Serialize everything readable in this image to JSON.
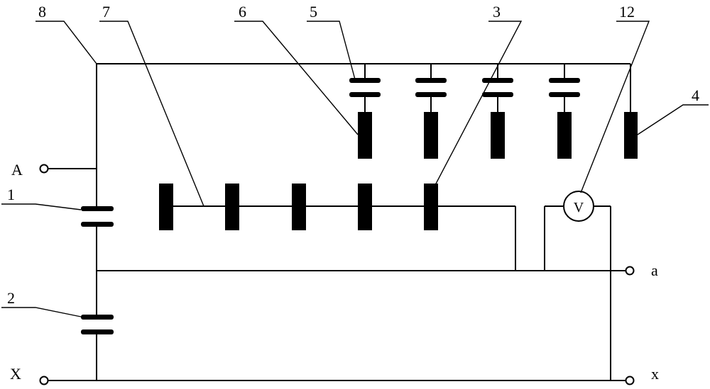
{
  "labels": {
    "n8": "8",
    "n7": "7",
    "n6": "6",
    "n5": "5",
    "n3": "3",
    "n12": "12",
    "n4": "4",
    "n1": "1",
    "n2": "2"
  },
  "terminals": {
    "A": "A",
    "X": "X",
    "a": "a",
    "x": "x"
  },
  "meter": {
    "symbol": "V"
  }
}
